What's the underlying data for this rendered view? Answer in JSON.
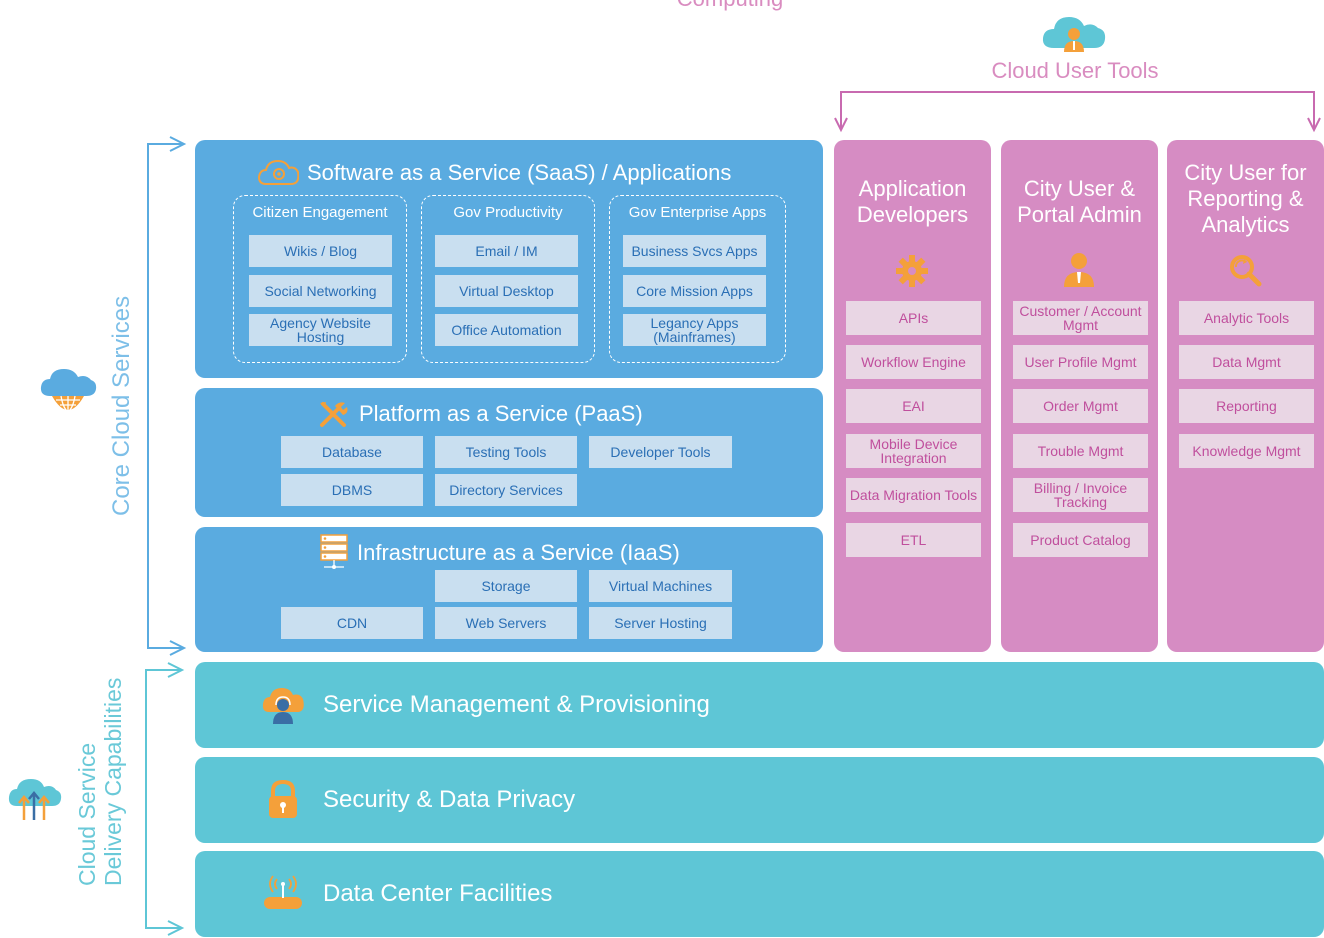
{
  "header": {
    "top_title_fragment": "Computing",
    "user_tools_label": "Cloud User Tools"
  },
  "side": {
    "core_label": "Core Cloud Services",
    "delivery_label_line1": "Cloud Service",
    "delivery_label_line2": "Delivery Capabilities"
  },
  "saas": {
    "title": "Software as a Service (SaaS) / Applications",
    "groups": [
      {
        "title": "Citizen Engagement",
        "items": [
          "Wikis / Blog",
          "Social Networking",
          "Agency Website Hosting"
        ]
      },
      {
        "title": "Gov Productivity",
        "items": [
          "Email / IM",
          "Virtual Desktop",
          "Office Automation"
        ]
      },
      {
        "title": "Gov Enterprise Apps",
        "items": [
          "Business Svcs Apps",
          "Core Mission Apps",
          "Legancy Apps (Mainframes)"
        ]
      }
    ]
  },
  "paas": {
    "title": "Platform as a Service (PaaS)",
    "items": [
      "Database",
      "Testing Tools",
      "Developer Tools",
      "DBMS",
      "Directory Services"
    ]
  },
  "iaas": {
    "title": "Infrastructure as a Service (IaaS)",
    "items": [
      "Storage",
      "Virtual Machines",
      "CDN",
      "Web Servers",
      "Server Hosting"
    ]
  },
  "user_columns": [
    {
      "title": "Application Developers",
      "icon": "gear-icon",
      "items": [
        "APIs",
        "Workflow Engine",
        "EAI",
        "Mobile Device Integration",
        "Data Migration Tools",
        "ETL"
      ]
    },
    {
      "title": "City User & Portal Admin",
      "icon": "user-icon",
      "items": [
        "Customer / Account Mgmt",
        "User Profile Mgmt",
        "Order Mgmt",
        "Trouble Mgmt",
        "Billing / Invoice Tracking",
        "Product Catalog"
      ]
    },
    {
      "title": "City User for Reporting & Analytics",
      "icon": "analytics-icon",
      "items": [
        "Analytic Tools",
        "Data Mgmt",
        "Reporting",
        "Knowledge Mgmt"
      ]
    }
  ],
  "bands": [
    {
      "label": "Service Management & Provisioning",
      "icon": "cloud-support-icon"
    },
    {
      "label": "Security & Data Privacy",
      "icon": "lock-icon"
    },
    {
      "label": "Data Center Facilities",
      "icon": "router-icon"
    }
  ],
  "colors": {
    "blue": "#5aabe0",
    "pink": "#d68cc3",
    "teal": "#5ec6d6",
    "chip_blue": "#c9dff0",
    "chip_pink": "#e9d6e4"
  }
}
